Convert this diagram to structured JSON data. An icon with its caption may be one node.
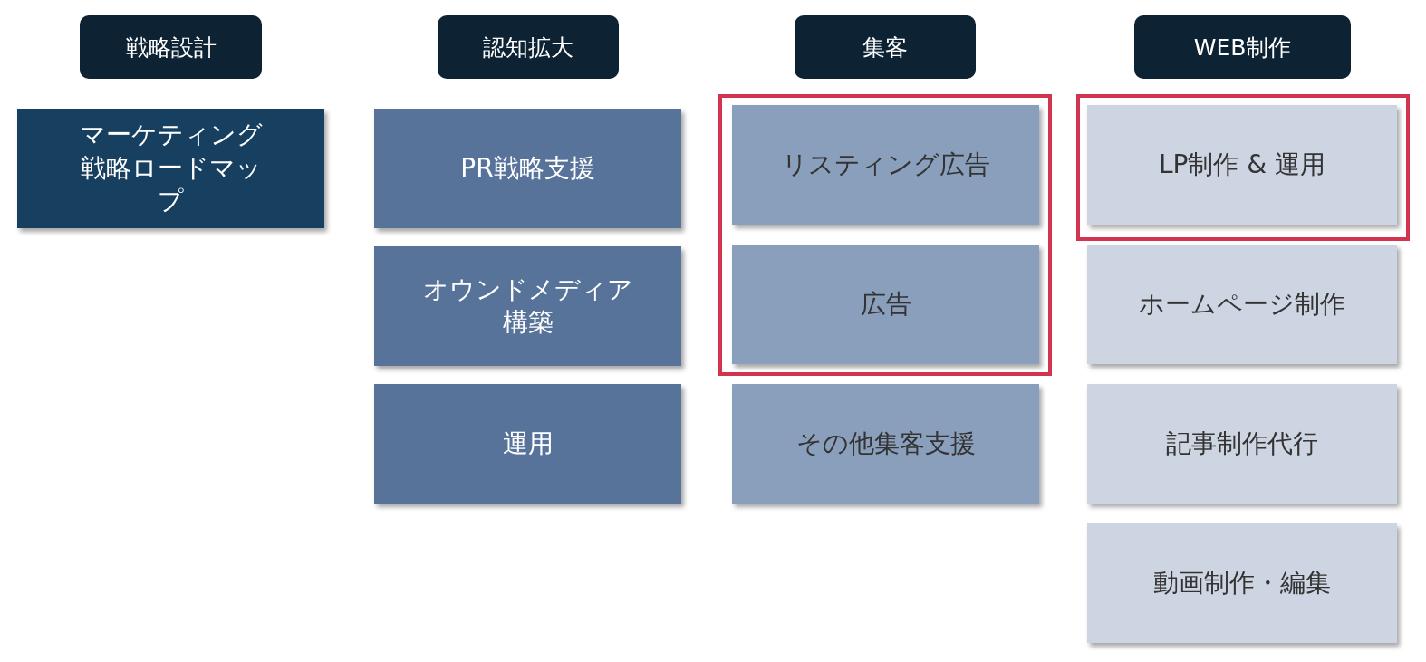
{
  "diagram": {
    "nodes": [
      {
        "text": [
          "戦略設計"
        ]
      },
      {
        "text": [
          "マーケティング戦略ロードマップ"
        ]
      },
      {
        "text": [
          "認知拡大"
        ]
      },
      {
        "text": [
          "PR戦略支援"
        ]
      },
      {
        "text": [
          "オウンドメディア構築"
        ]
      },
      {
        "text": [
          "運用"
        ]
      },
      {
        "text": [
          "集客"
        ]
      },
      {
        "text": [],
        "shape": "box"
      },
      {
        "text": [
          "リスティング広告"
        ],
        "in": 7
      },
      {
        "text": [
          "広告"
        ],
        "in": 7
      },
      {
        "text": [
          "その他集客支援"
        ]
      },
      {
        "text": [
          "WEB制作"
        ]
      },
      {
        "text": [],
        "shape": "box"
      },
      {
        "text": [
          "LP制作 & 運用"
        ],
        "in": 12
      },
      {
        "text": [
          "ホームページ制作"
        ]
      },
      {
        "text": [
          "記事制作代行"
        ]
      },
      {
        "text": [
          "動画制作・編集"
        ]
      }
    ]
  }
}
